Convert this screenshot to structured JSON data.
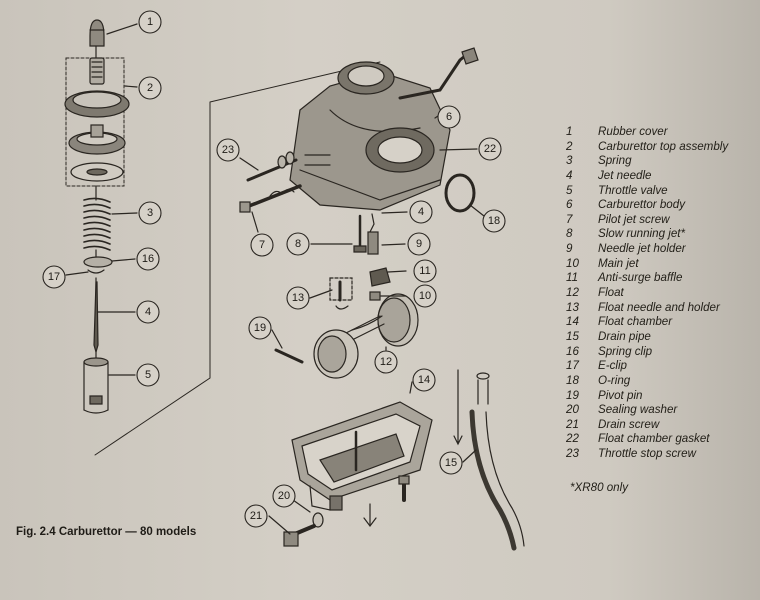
{
  "caption": "Fig. 2.4 Carburettor — 80 models",
  "legend": [
    {
      "num": "1",
      "label": "Rubber cover"
    },
    {
      "num": "2",
      "label": "Carburettor top assembly"
    },
    {
      "num": "3",
      "label": "Spring"
    },
    {
      "num": "4",
      "label": "Jet needle"
    },
    {
      "num": "5",
      "label": "Throttle valve"
    },
    {
      "num": "6",
      "label": "Carburettor body"
    },
    {
      "num": "7",
      "label": "Pilot jet screw"
    },
    {
      "num": "8",
      "label": "Slow running jet*"
    },
    {
      "num": "9",
      "label": "Needle jet holder"
    },
    {
      "num": "10",
      "label": "Main jet"
    },
    {
      "num": "11",
      "label": "Anti-surge baffle"
    },
    {
      "num": "12",
      "label": "Float"
    },
    {
      "num": "13",
      "label": "Float needle and holder"
    },
    {
      "num": "14",
      "label": "Float chamber"
    },
    {
      "num": "15",
      "label": "Drain pipe"
    },
    {
      "num": "16",
      "label": "Spring clip"
    },
    {
      "num": "17",
      "label": "E-clip"
    },
    {
      "num": "18",
      "label": "O-ring"
    },
    {
      "num": "19",
      "label": "Pivot pin"
    },
    {
      "num": "20",
      "label": "Sealing washer"
    },
    {
      "num": "21",
      "label": "Drain screw"
    },
    {
      "num": "22",
      "label": "Float chamber gasket"
    },
    {
      "num": "23",
      "label": "Throttle stop screw"
    }
  ],
  "note": "*XR80 only",
  "callouts": [
    "1",
    "2",
    "3",
    "16",
    "17",
    "4",
    "5",
    "6",
    "22",
    "23",
    "7",
    "8",
    "4",
    "9",
    "11",
    "10",
    "18",
    "13",
    "19",
    "12",
    "14",
    "15",
    "20",
    "21"
  ]
}
